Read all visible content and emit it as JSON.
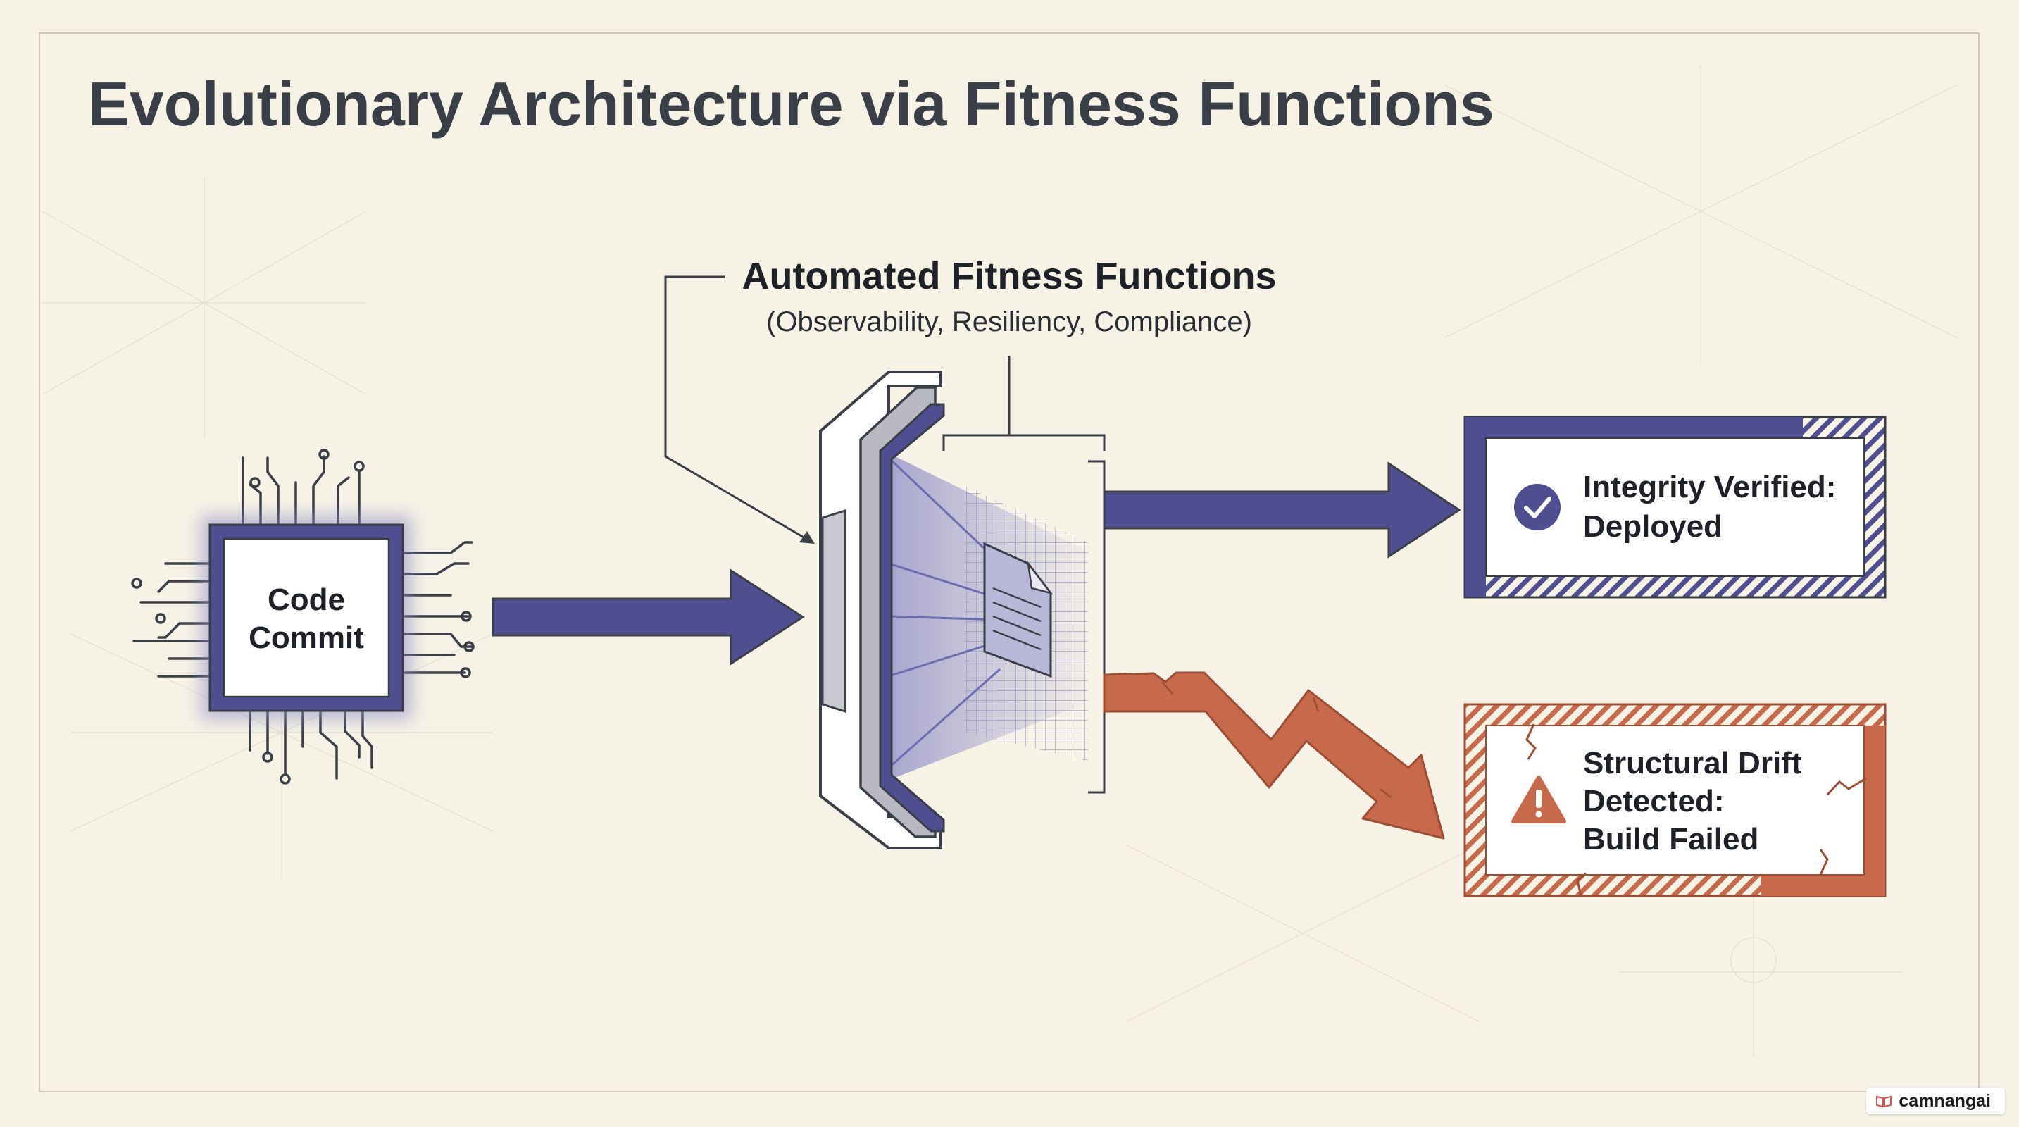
{
  "title": "Evolutionary Architecture via Fitness Functions",
  "source": {
    "line1": "Code",
    "line2": "Commit",
    "icon": "chip-icon"
  },
  "gate": {
    "heading": "Automated Fitness Functions",
    "subheading": "(Observability, Resiliency, Compliance)",
    "icon": "scanner-gate-icon"
  },
  "outcomes": {
    "success": {
      "line1": "Integrity Verified:",
      "line2": "Deployed",
      "icon": "check-circle-icon"
    },
    "failure": {
      "line1": "Structural Drift",
      "line2": "Detected:",
      "line3": "Build Failed",
      "icon": "warning-triangle-icon"
    }
  },
  "watermark": {
    "label": "camnangai",
    "icon": "book-icon"
  },
  "colors": {
    "background": "#f6f2e6",
    "ink": "#3a3e47",
    "primary": "#4f4e91",
    "primary_light": "#8c8ac6",
    "failure": "#c7694b",
    "failure_dark": "#9f4c34"
  }
}
